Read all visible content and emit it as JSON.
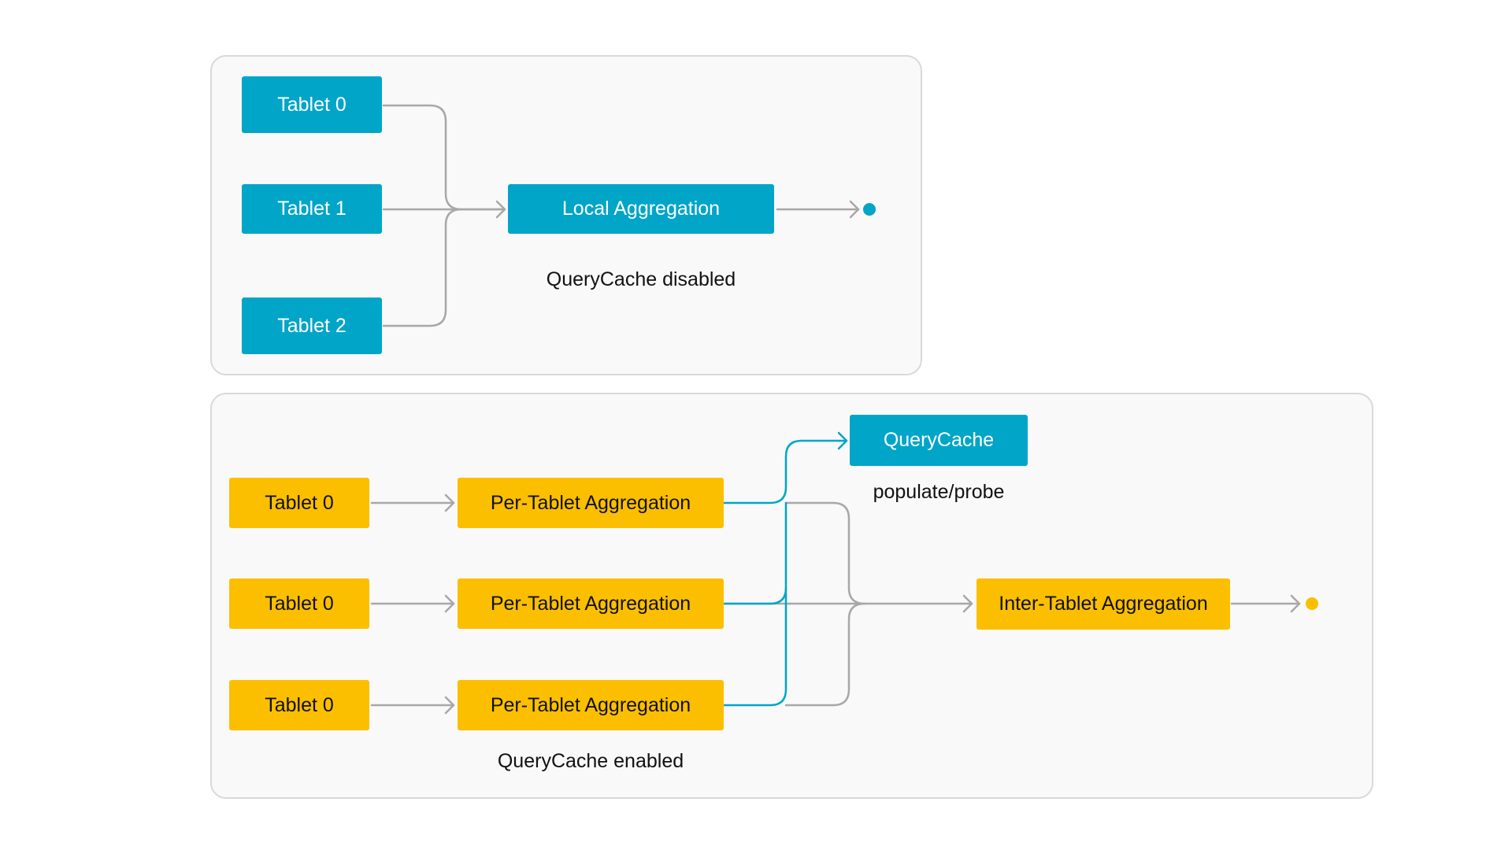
{
  "disabled_panel": {
    "tablets": [
      "Tablet 0",
      "Tablet 1",
      "Tablet 2"
    ],
    "aggregation_label": "Local Aggregation",
    "caption": "QueryCache disabled"
  },
  "enabled_panel": {
    "tablets": [
      "Tablet 0",
      "Tablet 0",
      "Tablet 0"
    ],
    "per_tablet_aggregation_label": "Per-Tablet Aggregation",
    "querycache_label": "QueryCache",
    "querycache_caption": "populate/probe",
    "inter_tablet_label": "Inter-Tablet Aggregation",
    "caption": "QueryCache enabled"
  },
  "colors": {
    "blue": "#00a5c8",
    "yellow": "#fbbf00",
    "wire_gray": "#a8a8a8",
    "panel_bg": "#f9f9f9",
    "panel_border": "#d9d9d9"
  }
}
